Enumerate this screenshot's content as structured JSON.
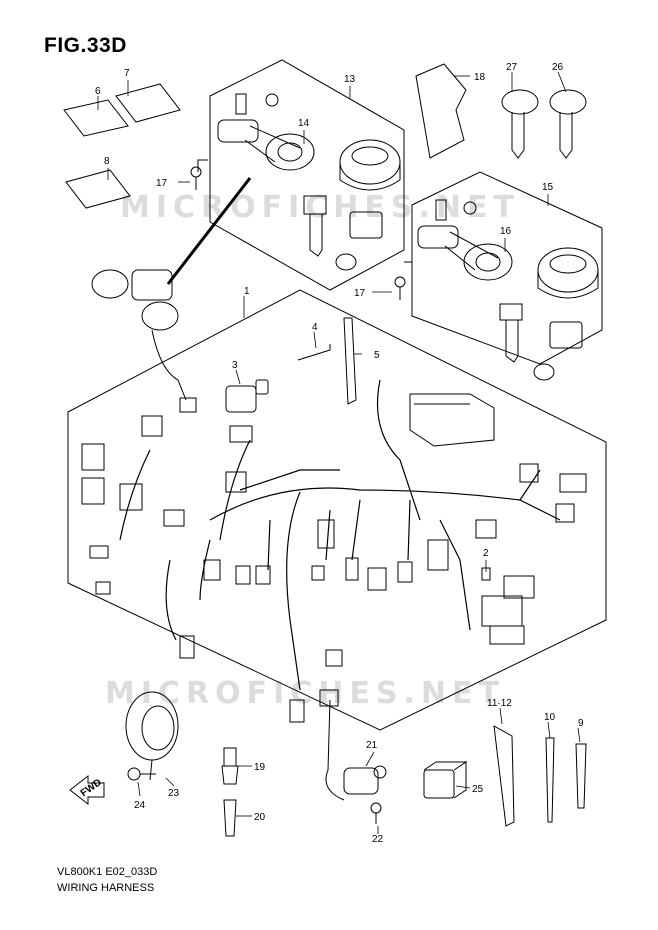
{
  "figure": {
    "title": "FIG.33D",
    "model_code": "VL800K1 E02_033D",
    "caption": "WIRING HARNESS",
    "watermark": "MICROFICHES.NET",
    "fwd_label": "FWD"
  },
  "callouts": [
    "1",
    "2",
    "3",
    "4",
    "5",
    "6",
    "7",
    "8",
    "9",
    "10",
    "11·12",
    "13",
    "14",
    "15",
    "16",
    "17",
    "17",
    "18",
    "19",
    "20",
    "21",
    "22",
    "23",
    "24",
    "25",
    "26",
    "27"
  ]
}
